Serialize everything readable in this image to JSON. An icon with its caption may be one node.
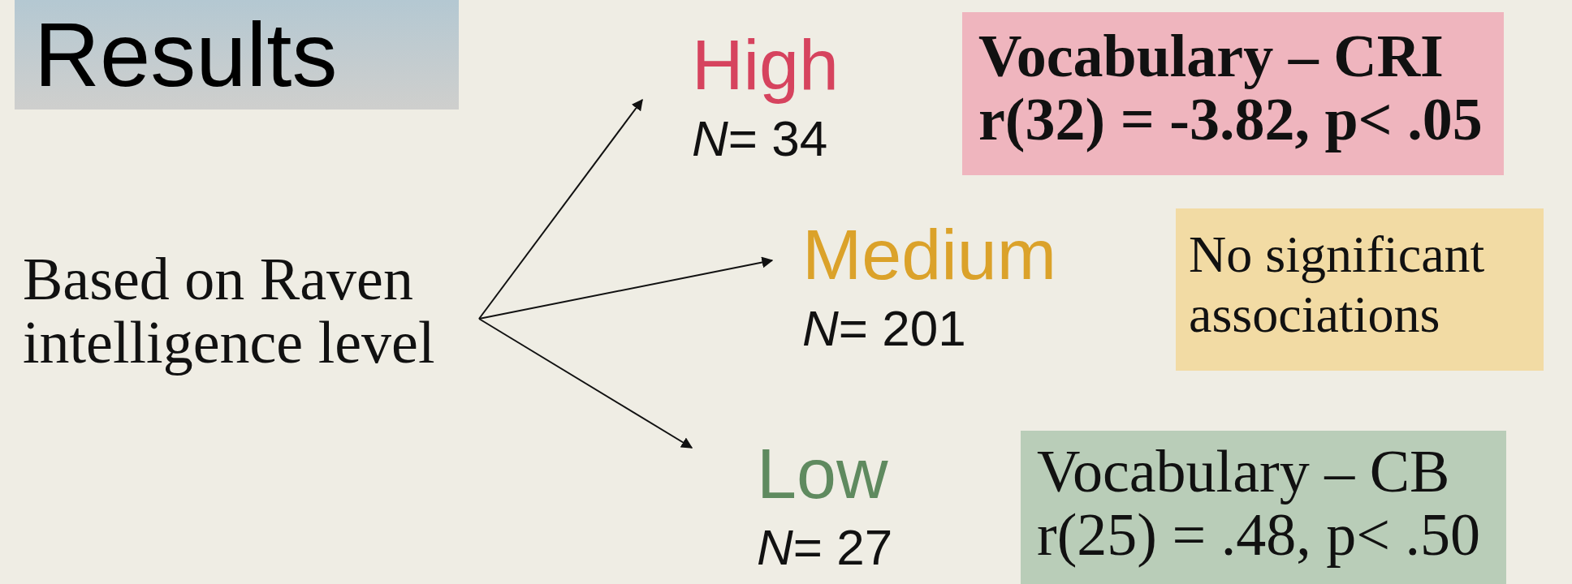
{
  "diagram": {
    "title": "Results",
    "nodes": [
      {
        "text": [
          "Based on Raven intelligence level"
        ]
      },
      {
        "text": [
          "High",
          "*N*= 34"
        ]
      },
      {
        "text": [
          "Medium",
          "*N*= 201"
        ]
      },
      {
        "text": [
          "Low",
          "*N*= 27"
        ]
      },
      {
        "text": [
          "Vocabulary – CRI",
          "r(32) = -3.82, p< .05"
        ]
      },
      {
        "text": [
          "No significant associations"
        ]
      },
      {
        "text": [
          "Vocabulary – CB",
          "r(25) = .48, p< .50"
        ]
      }
    ],
    "edges": [
      {
        "from": 0,
        "to": 1,
        "arrow": "to"
      },
      {
        "from": 0,
        "to": 2,
        "arrow": "to"
      },
      {
        "from": 0,
        "to": 3,
        "arrow": "to"
      }
    ]
  }
}
